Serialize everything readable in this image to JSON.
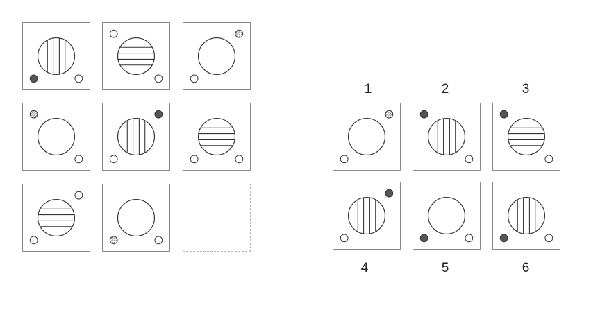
{
  "colors": {
    "border": "#8a8a8a",
    "dot_filled": "#555555",
    "stroke": "#333333"
  },
  "matrix": [
    {
      "circle": "vertical",
      "dots": [
        {
          "corner": "bl",
          "style": "filled"
        },
        {
          "corner": "br",
          "style": "open"
        }
      ]
    },
    {
      "circle": "horizontal",
      "dots": [
        {
          "corner": "tl",
          "style": "open"
        },
        {
          "corner": "br",
          "style": "open"
        }
      ]
    },
    {
      "circle": "plain",
      "dots": [
        {
          "corner": "tr",
          "style": "hatched"
        },
        {
          "corner": "bl",
          "style": "open"
        }
      ]
    },
    {
      "circle": "plain",
      "dots": [
        {
          "corner": "tl",
          "style": "hatched"
        },
        {
          "corner": "br",
          "style": "open"
        }
      ]
    },
    {
      "circle": "vertical",
      "dots": [
        {
          "corner": "tr",
          "style": "filled"
        },
        {
          "corner": "bl",
          "style": "open"
        }
      ]
    },
    {
      "circle": "horizontal",
      "dots": [
        {
          "corner": "bl",
          "style": "open"
        },
        {
          "corner": "br",
          "style": "open"
        }
      ]
    },
    {
      "circle": "horizontal",
      "dots": [
        {
          "corner": "tr",
          "style": "open"
        },
        {
          "corner": "bl",
          "style": "open"
        }
      ]
    },
    {
      "circle": "plain",
      "dots": [
        {
          "corner": "bl",
          "style": "hatched"
        },
        {
          "corner": "br",
          "style": "open"
        }
      ]
    },
    {
      "circle": "none",
      "dots": [],
      "empty": true
    }
  ],
  "options": [
    {
      "label": "1",
      "circle": "plain",
      "dots": [
        {
          "corner": "tr",
          "style": "hatched"
        },
        {
          "corner": "bl",
          "style": "open"
        }
      ]
    },
    {
      "label": "2",
      "circle": "vertical",
      "dots": [
        {
          "corner": "tl",
          "style": "filled"
        },
        {
          "corner": "br",
          "style": "open"
        }
      ]
    },
    {
      "label": "3",
      "circle": "horizontal",
      "dots": [
        {
          "corner": "tl",
          "style": "filled"
        },
        {
          "corner": "br",
          "style": "open"
        }
      ]
    },
    {
      "label": "4",
      "circle": "vertical",
      "dots": [
        {
          "corner": "tr",
          "style": "filled"
        },
        {
          "corner": "bl",
          "style": "open"
        }
      ]
    },
    {
      "label": "5",
      "circle": "plain",
      "dots": [
        {
          "corner": "bl",
          "style": "filled"
        },
        {
          "corner": "br",
          "style": "open"
        }
      ]
    },
    {
      "label": "6",
      "circle": "vertical",
      "dots": [
        {
          "corner": "bl",
          "style": "filled"
        },
        {
          "corner": "br",
          "style": "open"
        }
      ]
    }
  ]
}
